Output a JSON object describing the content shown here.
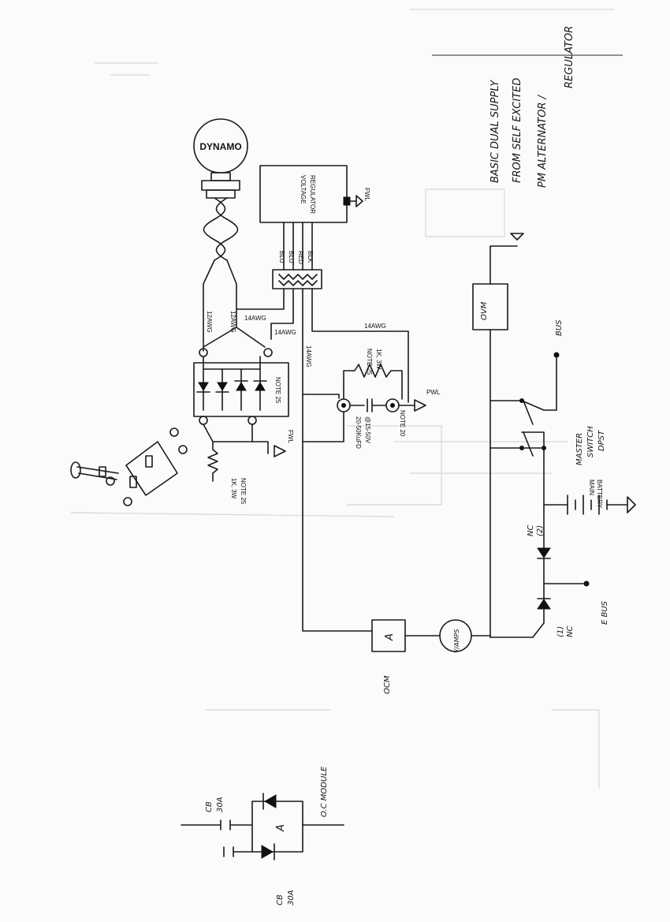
{
  "title": {
    "line1": "BASIC DUAL SUPPLY",
    "line2": "FROM SELF EXCITED",
    "line3": "PM ALTERNATOR /",
    "line4": "REGULATOR"
  },
  "components": {
    "dynamo": "DYNAMO",
    "regulator_line1": "VOLTAGE",
    "regulator_line2": "REGULATOR",
    "wire_blu1": "BLU",
    "wire_blu2": "BLU",
    "wire_red": "RED",
    "wire_blk": "BLK",
    "fwl_regulator": "FWL",
    "fwl_rectifier": "FWL",
    "fwl_capacitor": "PWL",
    "awg_12a": "12AWG",
    "awg_12b": "12AWG",
    "awg_14a": "14AWG",
    "awg_14b": "14AWG",
    "awg_14c": "14AWG",
    "awg_14d": "14AWG",
    "note25_rect": "NOTE 25",
    "resistor_rect_1": "1K, 3W",
    "resistor_rect_2": "NOTE 25",
    "resistor_cap_1": "1K, 3W",
    "resistor_cap_2": "NOTE 25",
    "capacitor_1": "20-50KuFD",
    "capacitor_2": "@15-50V",
    "note20": "NOTE 20",
    "ovm": "OVM",
    "bus": "BUS",
    "master_1": "MASTER",
    "master_2": "SWITCH",
    "master_3": "DPST",
    "battery_1": "MAIN",
    "battery_2": "BATTERY",
    "nc2_1": "NC",
    "nc2_2": "(2)",
    "nc1_1": "(1)",
    "nc1_2": "NC",
    "ebus_1": "E BUS",
    "ammeter_label": "A",
    "vamps": "V/AMPS",
    "ocm": "OCM",
    "oc_module": "O.C MODULE",
    "cb_top_1": "CB",
    "cb_top_2": "30A",
    "cb_bot_1": "CB",
    "cb_bot_2": "30A",
    "oc_a": "A"
  }
}
